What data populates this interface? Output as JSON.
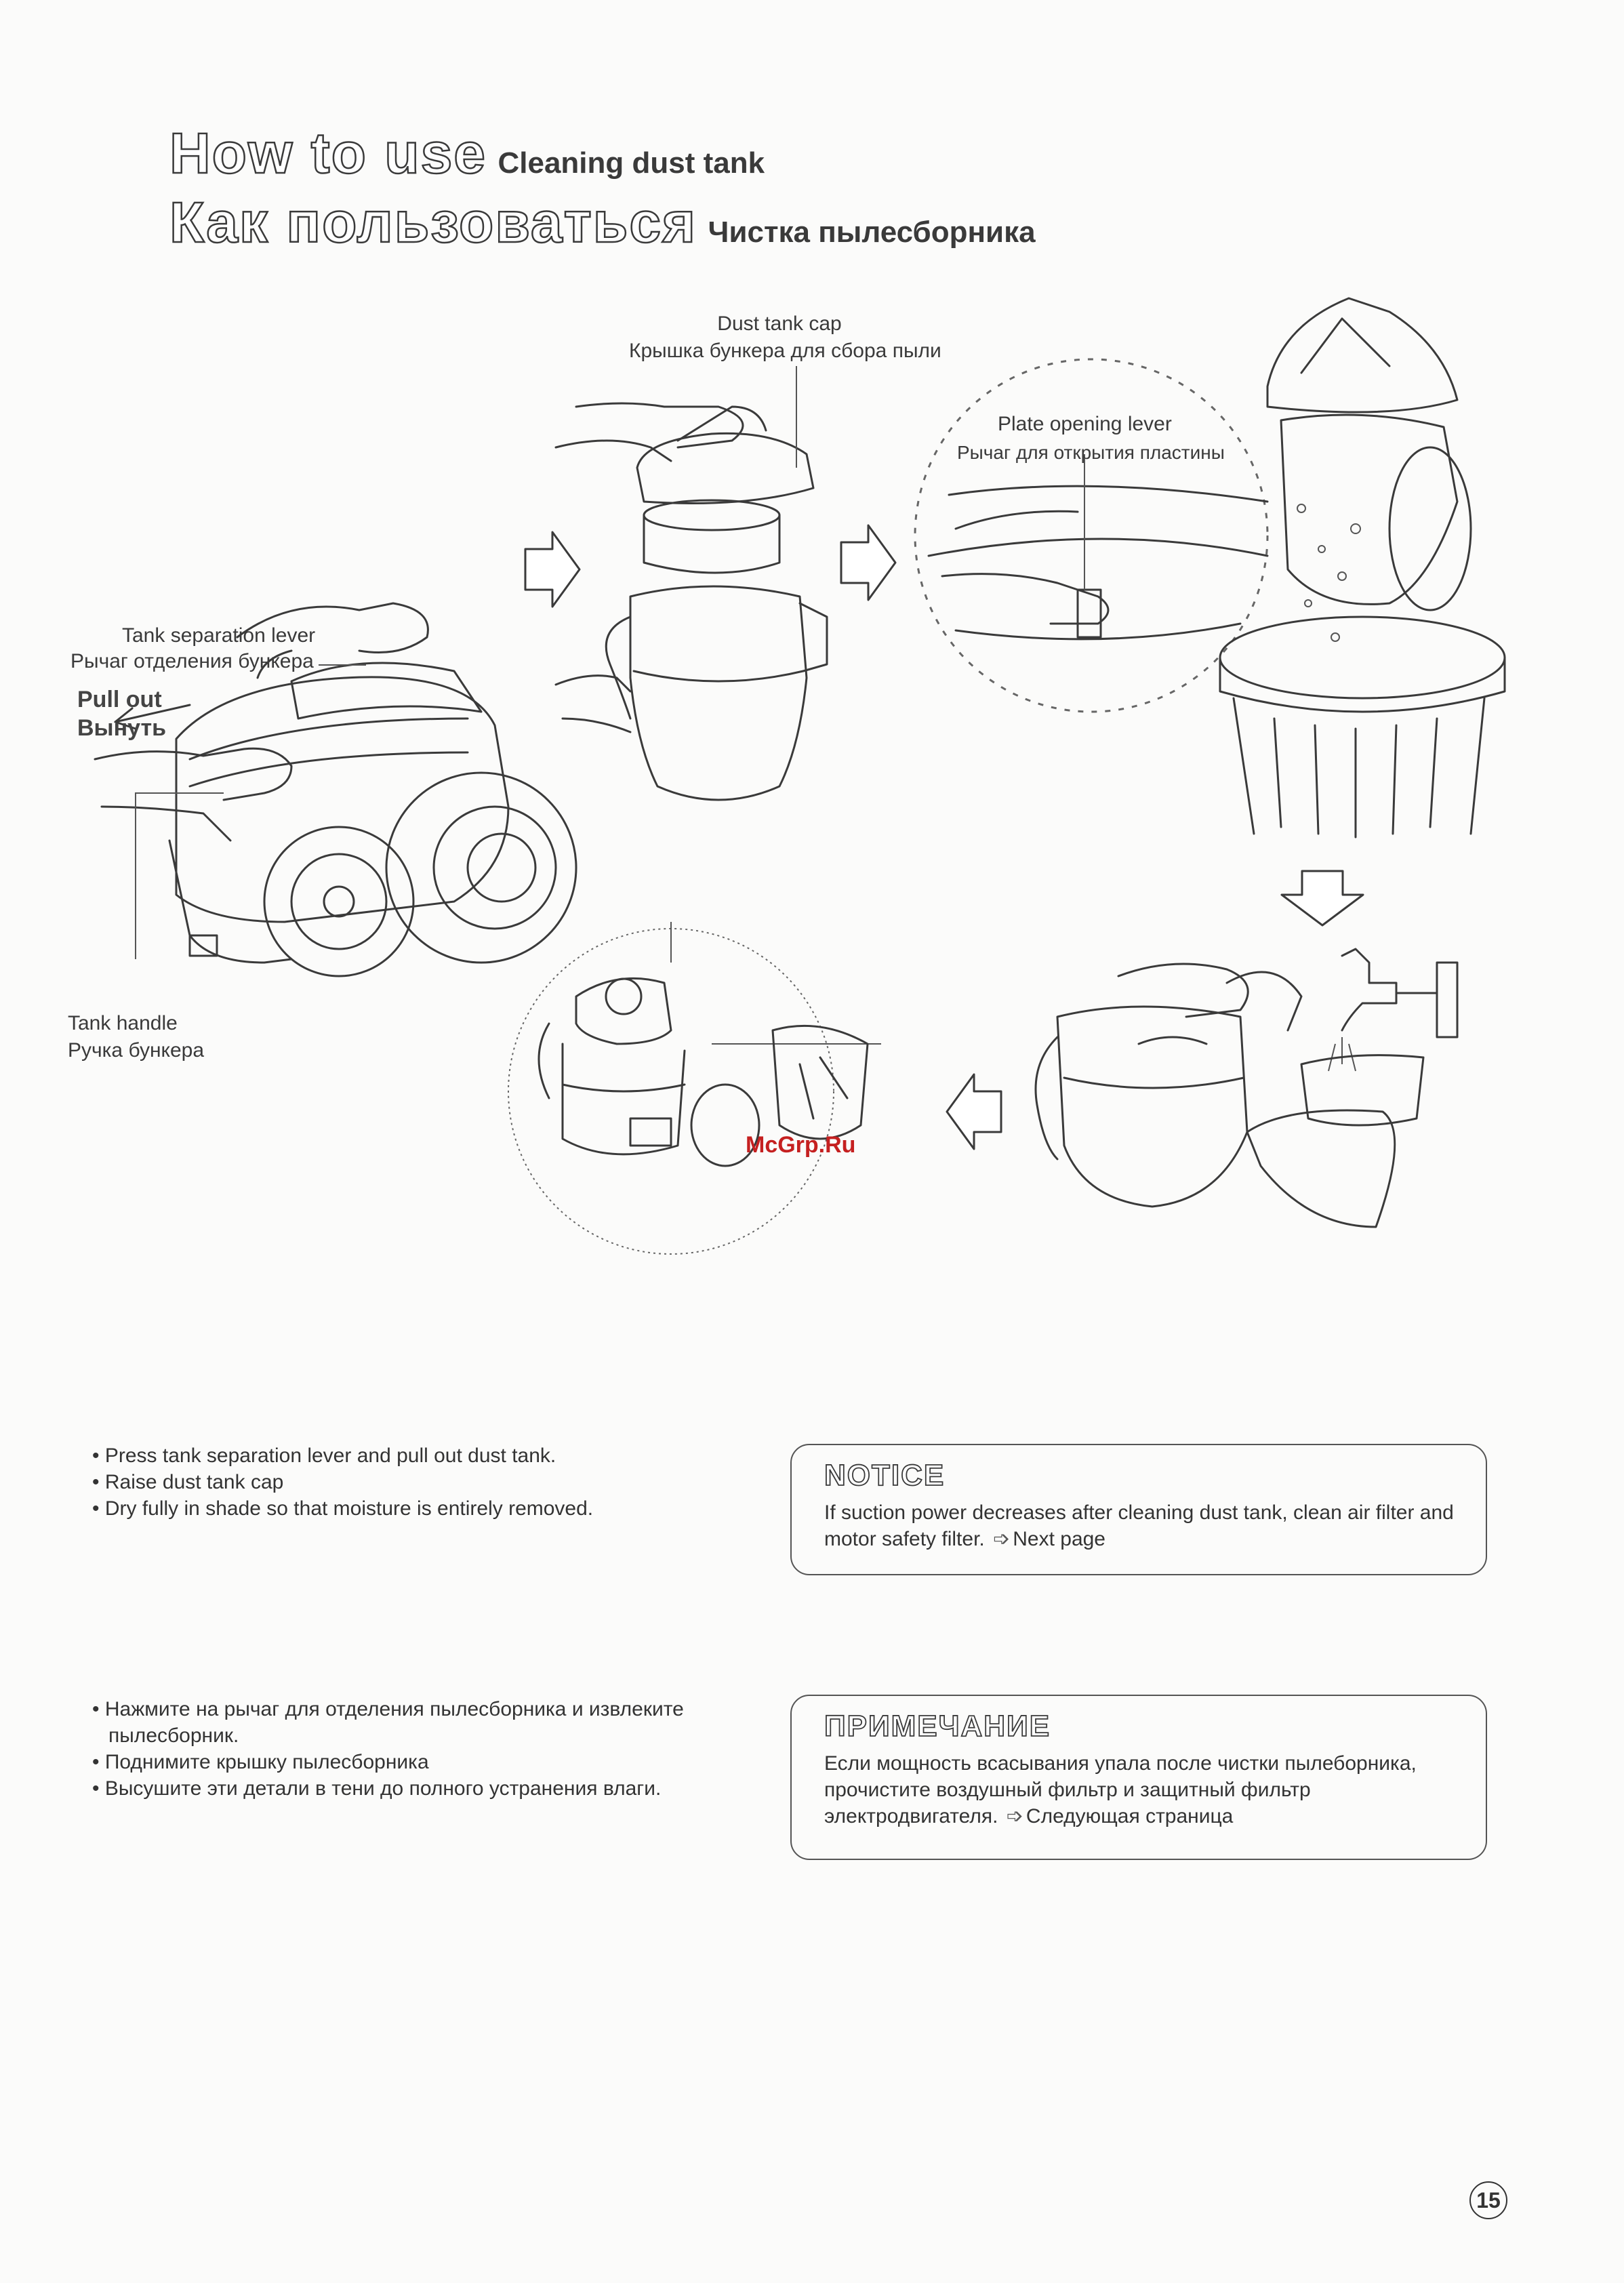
{
  "header": {
    "title_en": "How to use",
    "subtitle_en": "Cleaning dust tank",
    "title_ru": "Как пользоваться",
    "subtitle_ru": "Чистка пылесборника"
  },
  "labels": {
    "dust_tank_cap_en": "Dust tank cap",
    "dust_tank_cap_ru": "Крышка бункера для сбора пыли",
    "plate_lever_en": "Plate opening lever",
    "plate_lever_ru": "Рычаг для открытия пластины",
    "sep_lever_en": "Tank separation lever",
    "sep_lever_ru": "Рычаг отделения бункера",
    "pull_out_en": "Pull out",
    "pull_out_ru": "Вынуть",
    "tank_handle_en": "Tank handle",
    "tank_handle_ru": "Ручка бункера"
  },
  "watermark": "McGrp.Ru",
  "instructions_en": [
    "Press tank separation lever and pull out dust tank.",
    "Raise dust tank cap",
    "Dry fully in shade so that moisture is entirely removed."
  ],
  "instructions_ru": [
    "Нажмите на рычаг для отделения пылесборника и извлеките пылесборник.",
    "Поднимите крышку пылесборника",
    "Высушите эти детали в тени до полного устранения влаги."
  ],
  "notice_en": {
    "title": "NOTICE",
    "body": "If suction power decreases after cleaning dust tank, clean air filter and motor safety filter.",
    "link": "Next page"
  },
  "notice_ru": {
    "title": "ПРИМЕЧАНИЕ",
    "body": "Если мощность всасывания упала после чистки пылеборника, прочистите воздушный фильтр и защитный фильтр электродвигателя.",
    "link": "Следующая страница"
  },
  "page_number": "15",
  "icons": [
    "arrow-right-icon",
    "arrow-down-icon",
    "arrow-left-icon",
    "next-page-arrow-icon"
  ]
}
